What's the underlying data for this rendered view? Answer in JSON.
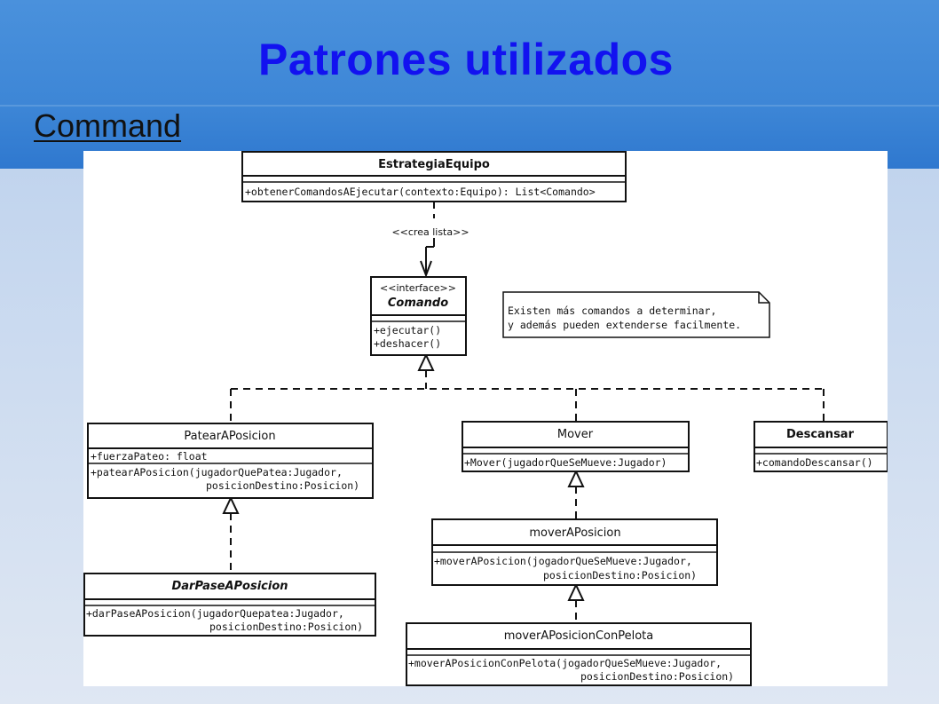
{
  "slide": {
    "title": "Patrones utilizados",
    "subtitle": "Command"
  },
  "diagram": {
    "estrategia": {
      "name": "EstrategiaEquipo",
      "method": "+obtenerComandosAEjecutar(contexto:Equipo): List<Comando>"
    },
    "dependency_label": "<<crea lista>>",
    "comando": {
      "stereotype": "<<interface>>",
      "name": "Comando",
      "method1": "+ejecutar()",
      "method2": "+deshacer()"
    },
    "note": {
      "line1": "Existen más comandos a determinar,",
      "line2": "y además pueden extenderse facilmente."
    },
    "patear": {
      "name": "PatearAPosicion",
      "attribute": "+fuerzaPateo: float",
      "method_line1": "+patearAPosicion(jugadorQuePatea:Jugador,",
      "method_line2": "posicionDestino:Posicion)"
    },
    "mover": {
      "name": "Mover",
      "method": "+Mover(jugadorQueSeMueve:Jugador)"
    },
    "descansar": {
      "name": "Descansar",
      "method": "+comandoDescansar()"
    },
    "moverAPosicion": {
      "name": "moverAPosicion",
      "method_line1": "+moverAPosicion(jogadorQueSeMueve:Jugador,",
      "method_line2": "posicionDestino:Posicion)"
    },
    "darPase": {
      "name": "DarPaseAPosicion",
      "method_line1": "+darPaseAPosicion(jugadorQuepatea:Jugador,",
      "method_line2": "posicionDestino:Posicion)"
    },
    "moverConPelota": {
      "name": "moverAPosicionConPelota",
      "method_line1": "+moverAPosicionConPelota(jogadorQueSeMueve:Jugador,",
      "method_line2": "posicionDestino:Posicion)"
    }
  }
}
